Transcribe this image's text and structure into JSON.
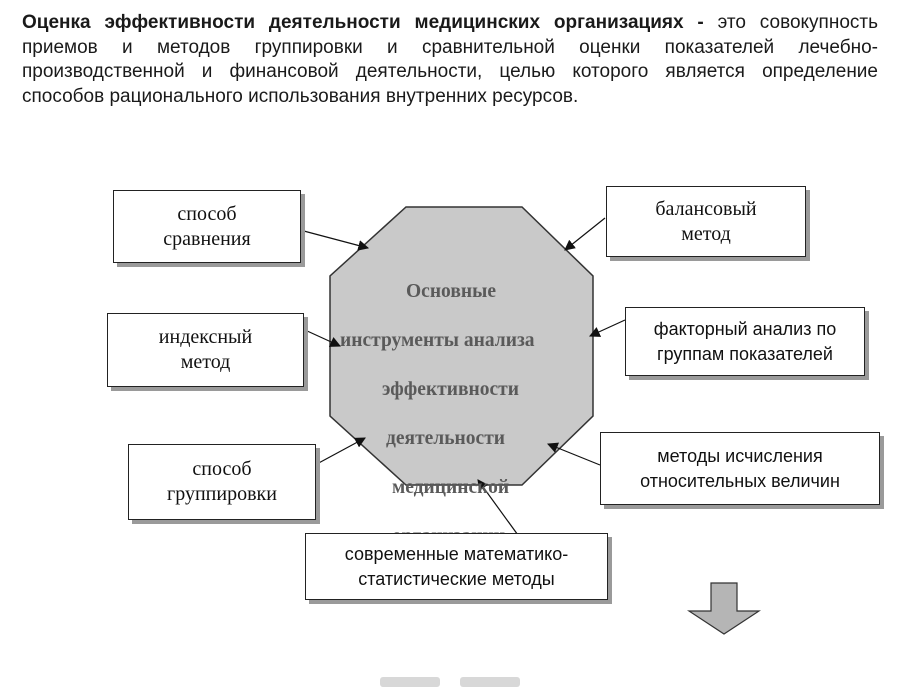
{
  "intro": {
    "term": "Оценка эффективности деятельности медицинских организациях -",
    "text": " это совокупность приемов и методов группировки и сравнительной оценки показателей лечебно-производственной и финансовой деятельности, целью которого является определение способов рационального использования внутренних ресурсов."
  },
  "center": {
    "lines": [
      "Основные",
      "инструменты анализа",
      "эффективности",
      "деятельности",
      "медицинской",
      "организации"
    ]
  },
  "boxes": {
    "comparison": "способ\nсравнения",
    "index": "индексный\nметод",
    "grouping": "способ\nгруппировки",
    "balance": "балансовый\nметод",
    "factor": "факторный анализ по\nгруппам показателей",
    "relative": "методы исчисления\nотносительных величин",
    "math": "современные математико-\nстатистические методы"
  },
  "colors": {
    "octagon_fill": "#c9c9c9",
    "center_text": "#5a5a5a",
    "arrow_fill": "#b5b5b5"
  },
  "icons": {
    "next": "down-arrow-icon"
  }
}
